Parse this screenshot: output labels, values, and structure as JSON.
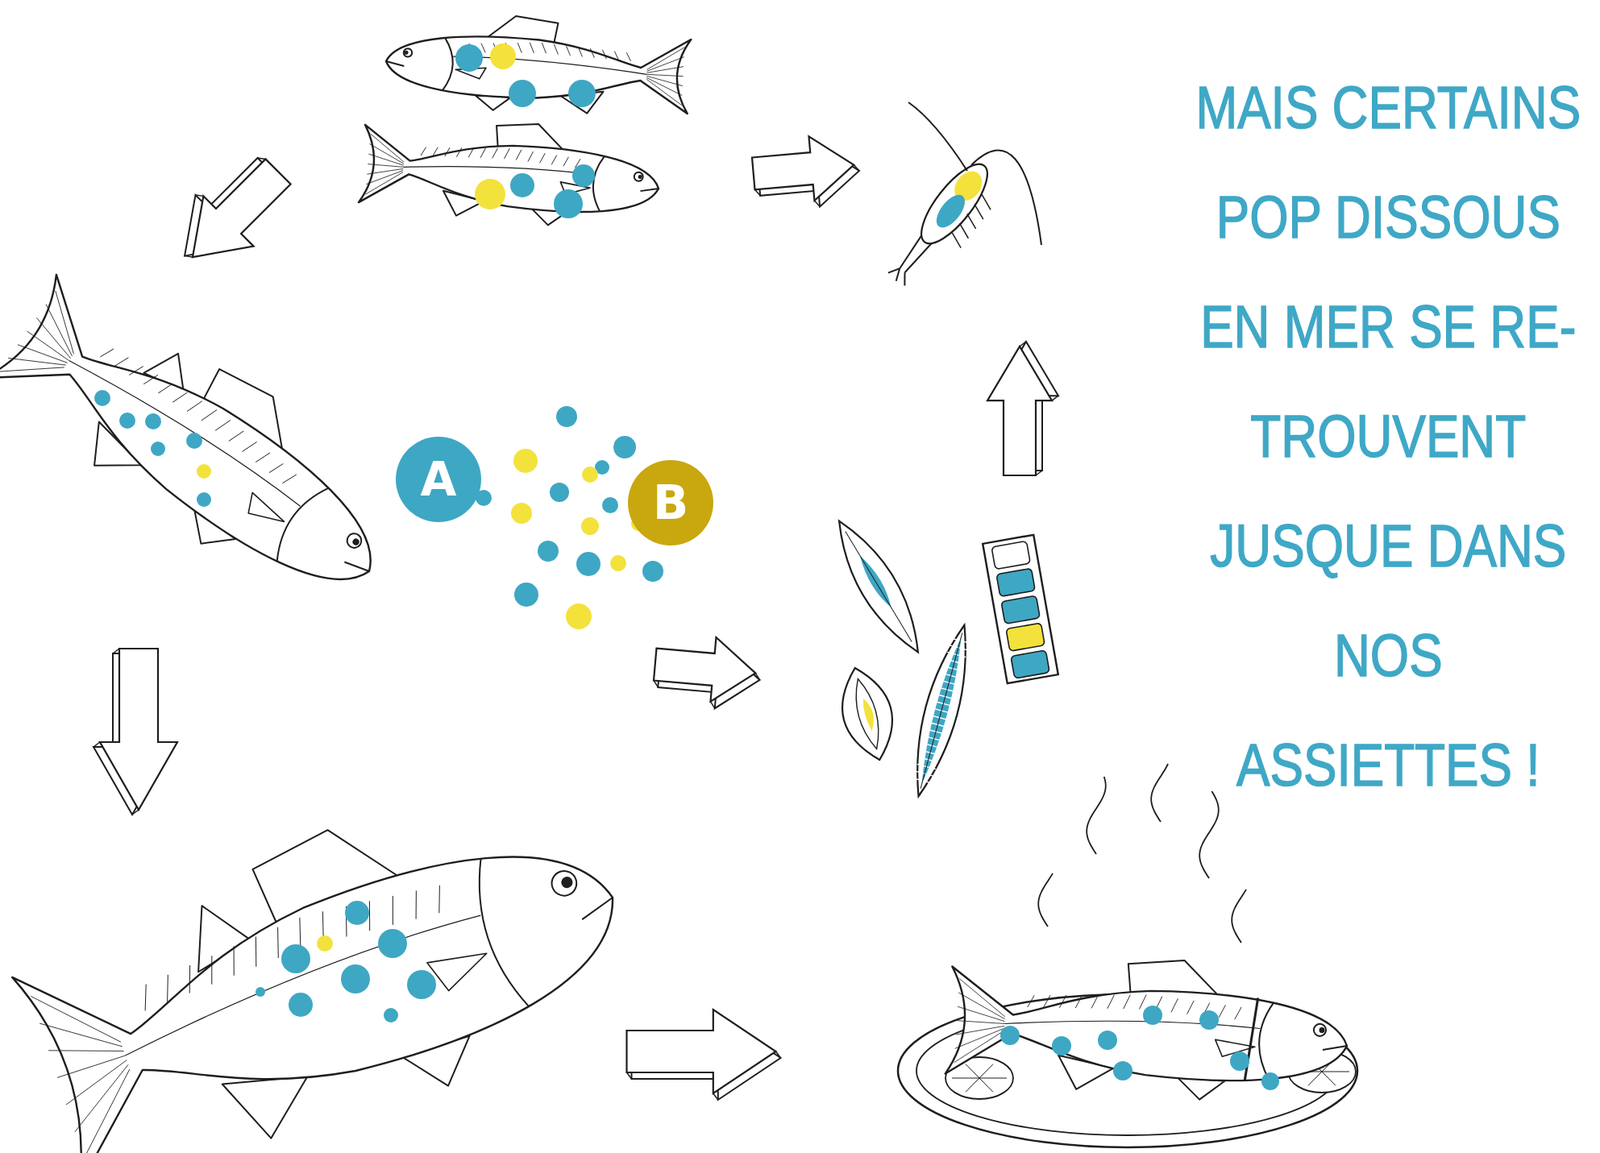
{
  "diagram": {
    "nodes": [
      {
        "text": [
          "A"
        ]
      },
      {
        "text": [
          "B"
        ]
      }
    ],
    "labels": [
      "MAIS CERTAINS POP DISSOUS EN MER SE RE- TROUVENT JUSQUE DANS NOS ASSIETTES !"
    ]
  }
}
